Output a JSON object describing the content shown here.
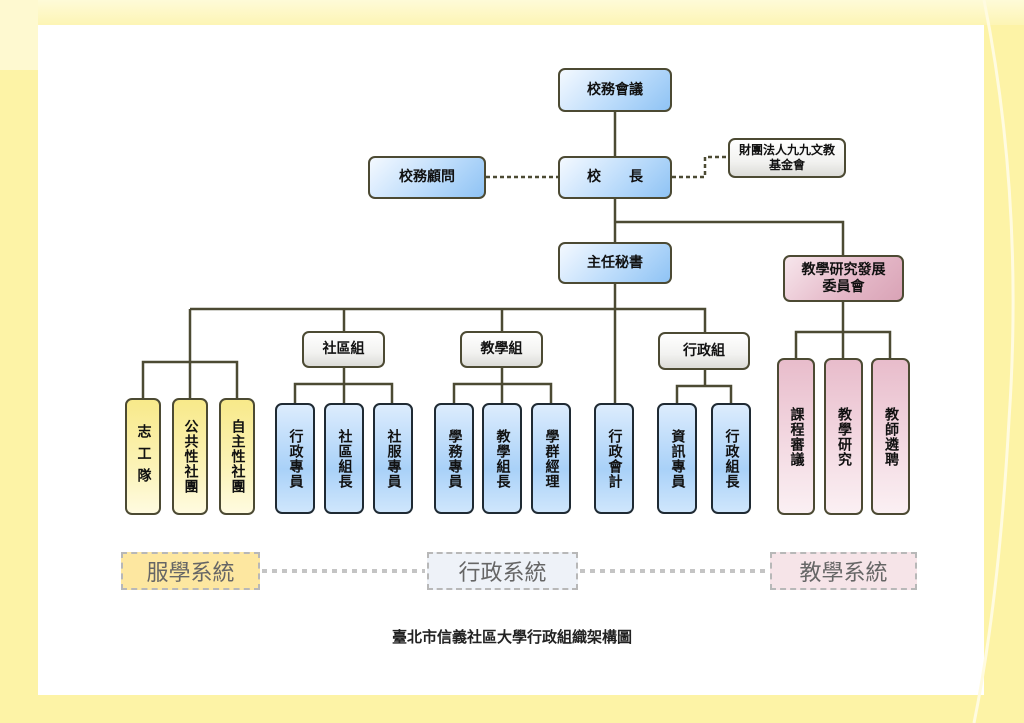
{
  "diagram": {
    "title": "臺北市信義社區大學行政組織架構圖",
    "colors": {
      "admin": "#a9d1f8",
      "teaching": "#e4b7c7",
      "service": "#f8e98a",
      "group": "#f2f2f0",
      "line": "#4c4a33"
    },
    "top": {
      "council": "校務會議",
      "principal": "校　　長",
      "advisor": "校務顧問",
      "foundation": "財團法人九九文教基金會",
      "secretary": "主任秘書",
      "committee": "教學研究發展委員會"
    },
    "service_units": [
      "志工隊",
      "公共性社團",
      "自主性社團"
    ],
    "groups": [
      {
        "name": "社區組",
        "members": [
          "行政專員",
          "社區組長",
          "社服專員"
        ]
      },
      {
        "name": "教學組",
        "members": [
          "學務專員",
          "教學組長",
          "學群經理"
        ]
      },
      {
        "name": "行政組",
        "members": [
          "資訊專員",
          "行政組長"
        ]
      }
    ],
    "accounting": "行政會計",
    "committee_units": [
      "課程審議",
      "教學研究",
      "教師遴聘"
    ],
    "legend": {
      "service": "服學系統",
      "admin": "行政系統",
      "teaching": "教學系統"
    }
  }
}
